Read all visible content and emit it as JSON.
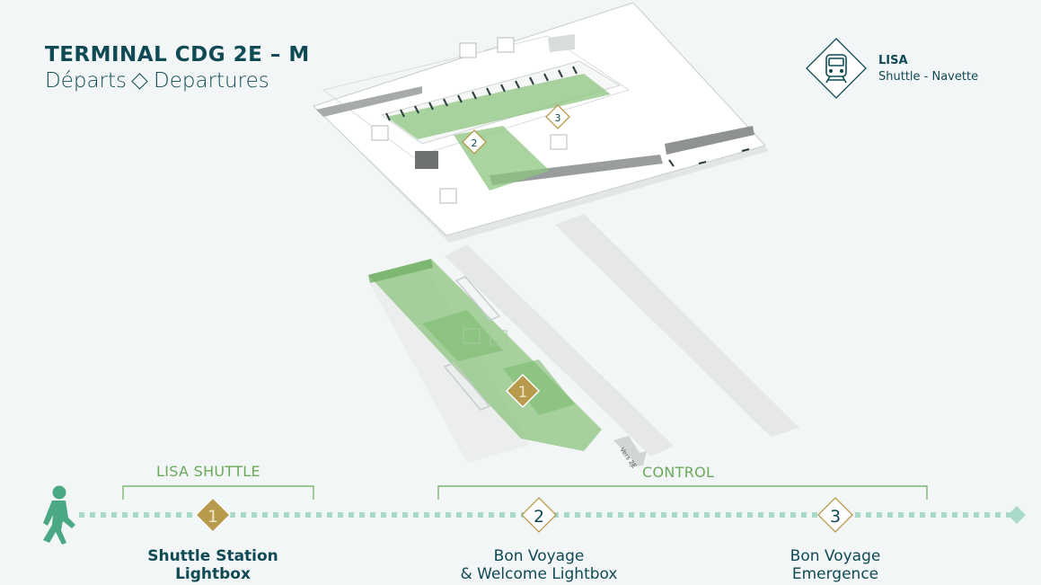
{
  "header": {
    "title": "TERMINAL CDG 2E – M",
    "subtitle_fr": "Départs",
    "subtitle_en": "Departures"
  },
  "legend": {
    "title": "LISA",
    "subtitle": "Shuttle - Navette",
    "icon": "train-icon"
  },
  "map": {
    "markers": [
      {
        "number": "1",
        "style": "filled-gold"
      },
      {
        "number": "2",
        "style": "outline"
      },
      {
        "number": "3",
        "style": "outline"
      }
    ],
    "direction_label": "Vers 2E",
    "highlight_color": "#8cc47f",
    "building_color": "#ffffff",
    "track_color": "#e6e8e8"
  },
  "timeline": {
    "walker_icon": "pedestrian-icon",
    "groups": [
      {
        "label": "LISA SHUTTLE"
      },
      {
        "label": "CONTROL"
      }
    ],
    "steps": [
      {
        "number": "1",
        "line1": "Shuttle Station",
        "line2": "Lightbox"
      },
      {
        "number": "2",
        "line1": "Bon Voyage",
        "line2": "& Welcome Lightbox"
      },
      {
        "number": "3",
        "line1": "Bon Voyage",
        "line2": "Emergence"
      }
    ],
    "dot_color": "#a9d9c8",
    "accent_gold": "#b89a4c",
    "group_color": "#6aaa5a"
  }
}
